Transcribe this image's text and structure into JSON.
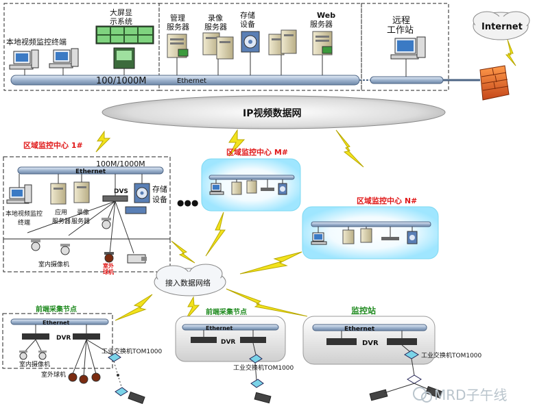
{
  "top_segment": {
    "local_terminal": "本地视频监控终端",
    "big_screen_line1": "大屏显",
    "big_screen_line2": "示系统",
    "mgmt_server_line1": "管理",
    "mgmt_server_line2": "服务器",
    "record_server_line1": "录像",
    "record_server_line2": "服务器",
    "storage_line1": "存储",
    "storage_line2": "设备",
    "web_server_line1": "Web",
    "web_server_line2": "服务器",
    "remote_line1": "远程",
    "remote_line2": "工作站",
    "bus_speed": "100/1000M",
    "bus_label": "Ethernet",
    "internet": "Internet"
  },
  "core_network": "IP视频数据网",
  "access_network": "接入数据网络",
  "regional_1": {
    "title": "区域监控中心 1#",
    "bus_speed": "100M/1000M",
    "bus_label": "Ethernet",
    "dvs": "DVS",
    "storage_line1": "存储",
    "storage_line2": "设备",
    "local_terminal_line1": "本地视频监控",
    "local_terminal_line2": "终端",
    "app_server_line1": "应用",
    "app_server_line2": "服务器",
    "record_server_line1": "录像",
    "record_server_line2": "服务器",
    "indoor_cam": "室内摄像机",
    "outdoor_dome_line1": "室外",
    "outdoor_dome_line2": "球机",
    "ellipsis": "●●●"
  },
  "regional_m": {
    "title": "区域监控中心 M#"
  },
  "regional_n": {
    "title": "区域监控中心 N#"
  },
  "front_left": {
    "title": "前端采集节点",
    "bus_label": "Ethernet",
    "dvr": "DVR",
    "indoor_cam": "室内摄像机",
    "outdoor_dome": "室外球机",
    "switch": "工业交换机TOM1000"
  },
  "front_mid": {
    "title": "前端采集节点",
    "bus_label": "Ethernet",
    "dvr": "DVR",
    "switch": "工业交换机TOM1000"
  },
  "monitor_station": {
    "title": "监控站",
    "bus_label": "Ethernet",
    "dvr": "DVR",
    "switch": "工业交换机TOM1000"
  },
  "watermark": "MRD子午线",
  "colors": {
    "bus": "#9fb4cf",
    "red_title": "#e01818",
    "green_title": "#1f8a1f",
    "lightning": "#f2e21c",
    "cloud_glow": "#bff0ff"
  }
}
